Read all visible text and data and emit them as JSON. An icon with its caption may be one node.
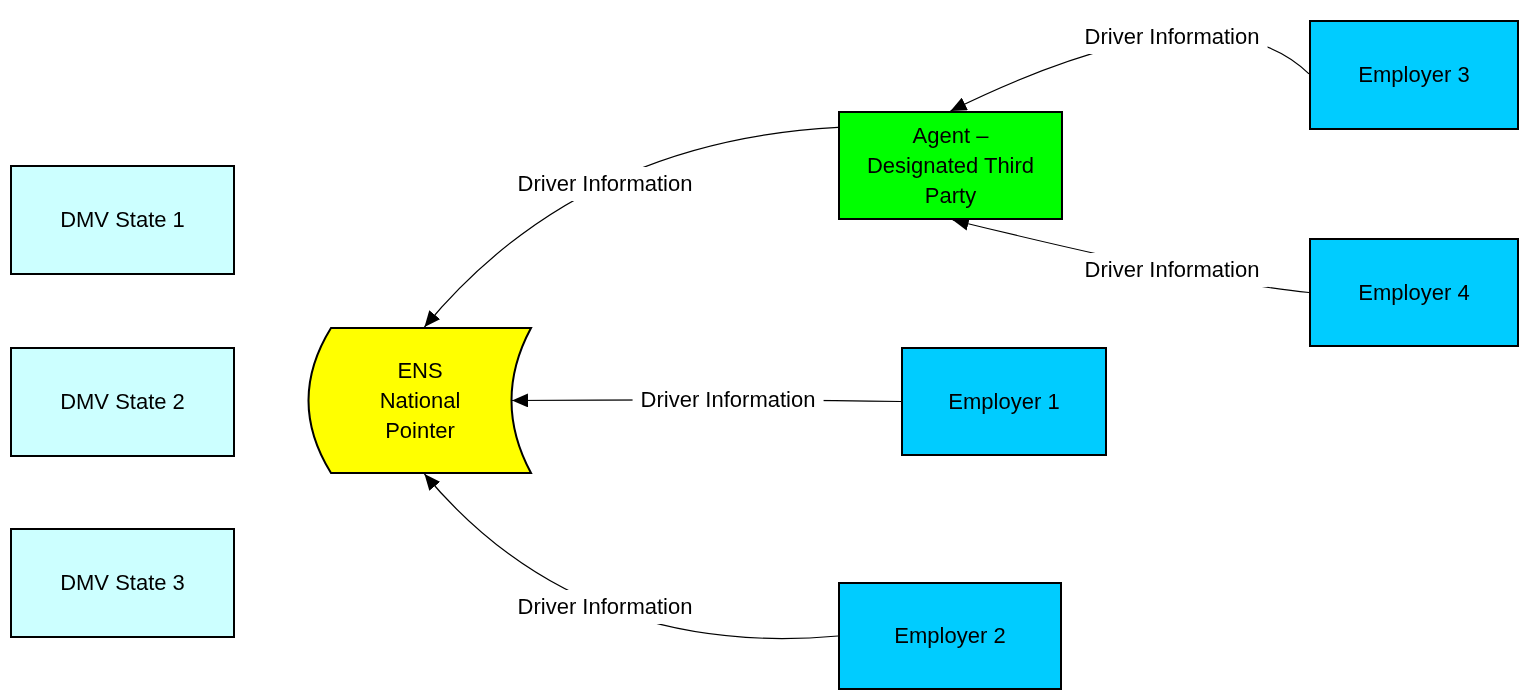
{
  "diagram": {
    "nodes": [
      {
        "text": [
          "DMV State 1"
        ]
      },
      {
        "text": [
          "DMV State 2"
        ]
      },
      {
        "text": [
          "DMV State 3"
        ]
      },
      {
        "text": [
          "ENS National Pointer"
        ]
      },
      {
        "text": [
          "Agent – Designated Third Party"
        ]
      },
      {
        "text": [
          "Employer 3"
        ]
      },
      {
        "text": [
          "Employer 4"
        ]
      },
      {
        "text": [
          "Employer 1"
        ]
      },
      {
        "text": [
          "Employer 2"
        ]
      }
    ],
    "edges": [
      {
        "from": 4,
        "to": 3,
        "arrow": "to",
        "label": "Driver Information"
      },
      {
        "from": 5,
        "to": 4,
        "arrow": "to",
        "label": "Driver Information"
      },
      {
        "from": 6,
        "to": 4,
        "arrow": "to",
        "label": "Driver Information"
      },
      {
        "from": 7,
        "to": 3,
        "arrow": "to",
        "label": "Driver Information"
      },
      {
        "from": 8,
        "to": 3,
        "arrow": "to",
        "label": "Driver Information"
      }
    ]
  }
}
